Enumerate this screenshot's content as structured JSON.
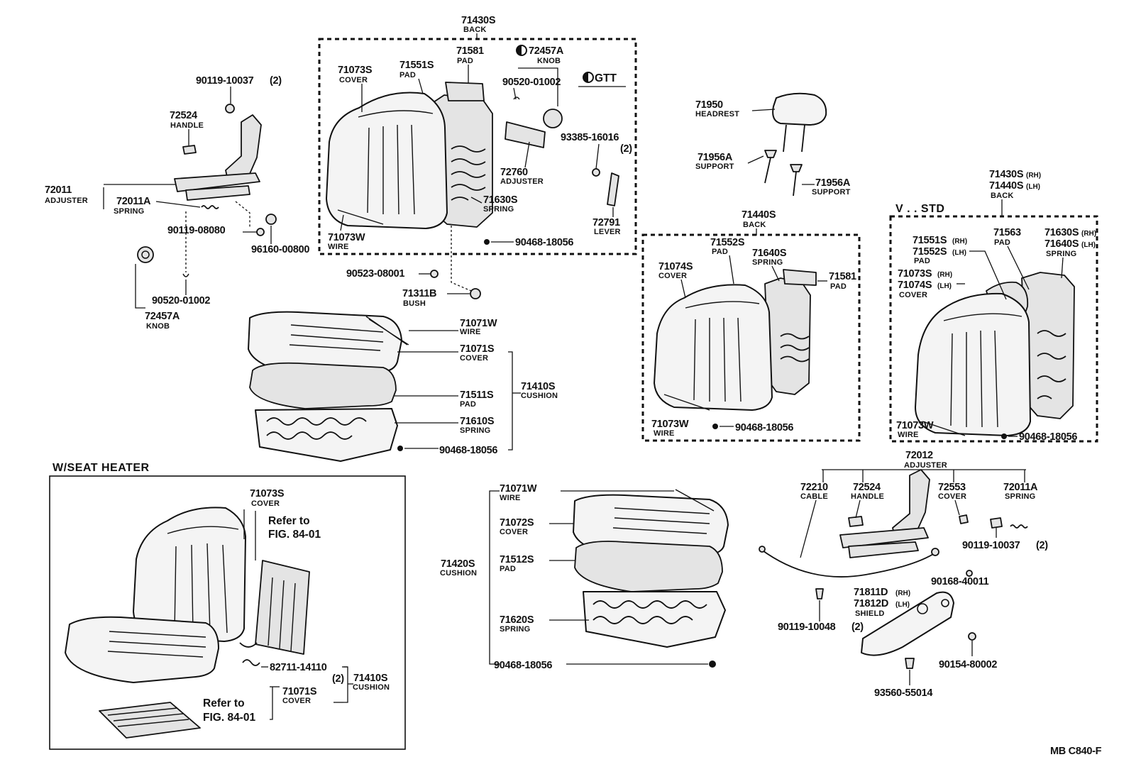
{
  "labels": {
    "l01_num": "71430S",
    "l01_name": "BACK",
    "l02_num": "71581",
    "l02_name": "PAD",
    "l03_num": "72457A",
    "l03_name": "KNOB",
    "l04_text": "GTT",
    "l05_num": "71073S",
    "l05_name": "COVER",
    "l06_num": "71551S",
    "l06_name": "PAD",
    "l07_num": "90520-01002",
    "l08_num": "93385-16016",
    "l08_qty": "(2)",
    "l09_num": "72760",
    "l09_name": "ADJUSTER",
    "l10_num": "71630S",
    "l10_name": "SPRING",
    "l11_num": "72791",
    "l11_name": "LEVER",
    "l12_num": "71073W",
    "l12_name": "WIRE",
    "l13_num": "90468-18056",
    "l14_num": "90119-10037",
    "l14_qty": "(2)",
    "l15_num": "72524",
    "l15_name": "HANDLE",
    "l16_num": "72011",
    "l16_name": "ADJUSTER",
    "l17_num": "72011A",
    "l17_name": "SPRING",
    "l18_num": "90119-08080",
    "l19_num": "96160-00800",
    "l20_num": "90520-01002",
    "l21_num": "72457A",
    "l21_name": "KNOB",
    "l22_num": "90523-08001",
    "l23_num": "71311B",
    "l23_name": "BUSH",
    "l24_num": "71071W",
    "l24_name": "WIRE",
    "l25_num": "71071S",
    "l25_name": "COVER",
    "l26_num": "71511S",
    "l26_name": "PAD",
    "l27_num": "71410S",
    "l27_name": "CUSHION",
    "l28_num": "71610S",
    "l28_name": "SPRING",
    "l29_num": "90468-18056",
    "l30_num": "71950",
    "l30_name": "HEADREST",
    "l31_num": "71956A",
    "l31_name": "SUPPORT",
    "l32_num": "71956A",
    "l32_name": "SUPPORT",
    "l33_num": "71440S",
    "l33_name": "BACK",
    "l34_num": "71552S",
    "l34_name": "PAD",
    "l35_num": "71640S",
    "l35_name": "SPRING",
    "l36_num": "71074S",
    "l36_name": "COVER",
    "l37_num": "71581",
    "l37_name": "PAD",
    "l38_num": "71073W",
    "l38_name": "WIRE",
    "l39_num": "90468-18056",
    "l40_title": "V . . STD",
    "l41_num1": "71430S",
    "l41_sfx1": "(RH)",
    "l41_num2": "71440S",
    "l41_sfx2": "(LH)",
    "l41_name": "BACK",
    "l42_num1": "71551S",
    "l42_sfx1": "(RH)",
    "l42_num2": "71552S",
    "l42_sfx2": "(LH)",
    "l42_name": "PAD",
    "l43_num": "71563",
    "l43_name": "PAD",
    "l44_num1": "71630S",
    "l44_sfx1": "(RH)",
    "l44_num2": "71640S",
    "l44_sfx2": "(LH)",
    "l44_name": "SPRING",
    "l45_num1": "71073S",
    "l45_sfx1": "(RH)",
    "l45_num2": "71074S",
    "l45_sfx2": "(LH)",
    "l45_name": "COVER",
    "l46_num": "71073W",
    "l46_name": "WIRE",
    "l47_num": "90468-18056",
    "l48_title": "W/SEAT  HEATER",
    "l49_num": "71073S",
    "l49_name": "COVER",
    "l50_ref1": "Refer to",
    "l50_ref2": "FIG. 84-01",
    "l51_num": "82711-14110",
    "l52_qty": "(2)",
    "l53_num": "71410S",
    "l53_name": "CUSHION",
    "l54_num": "71071S",
    "l54_name": "COVER",
    "l55_ref1": "Refer to",
    "l55_ref2": "FIG. 84-01",
    "l56_num": "71071W",
    "l56_name": "WIRE",
    "l57_num": "71072S",
    "l57_name": "COVER",
    "l58_num": "71420S",
    "l58_name": "CUSHION",
    "l59_num": "71512S",
    "l59_name": "PAD",
    "l60_num": "71620S",
    "l60_name": "SPRING",
    "l61_num": "90468-18056",
    "l62_num": "72012",
    "l62_name": "ADJUSTER",
    "l63_num": "72210",
    "l63_name": "CABLE",
    "l64_num": "72524",
    "l64_name": "HANDLE",
    "l65_num": "72553",
    "l65_name": "COVER",
    "l66_num": "72011A",
    "l66_name": "SPRING",
    "l67_num": "90119-10037",
    "l67_qty": "(2)",
    "l68_num": "90168-40011",
    "l69_num1": "71811D",
    "l69_sfx1": "(RH)",
    "l69_num2": "71812D",
    "l69_sfx2": "(LH)",
    "l69_name": "SHIELD",
    "l70_num": "90119-10048",
    "l70_qty": "(2)",
    "l71_num": "90154-80002",
    "l72_num": "93560-55014",
    "l73_code": "MB  C840-F"
  },
  "colors": {
    "ink": "#111111",
    "paper": "#ffffff"
  }
}
